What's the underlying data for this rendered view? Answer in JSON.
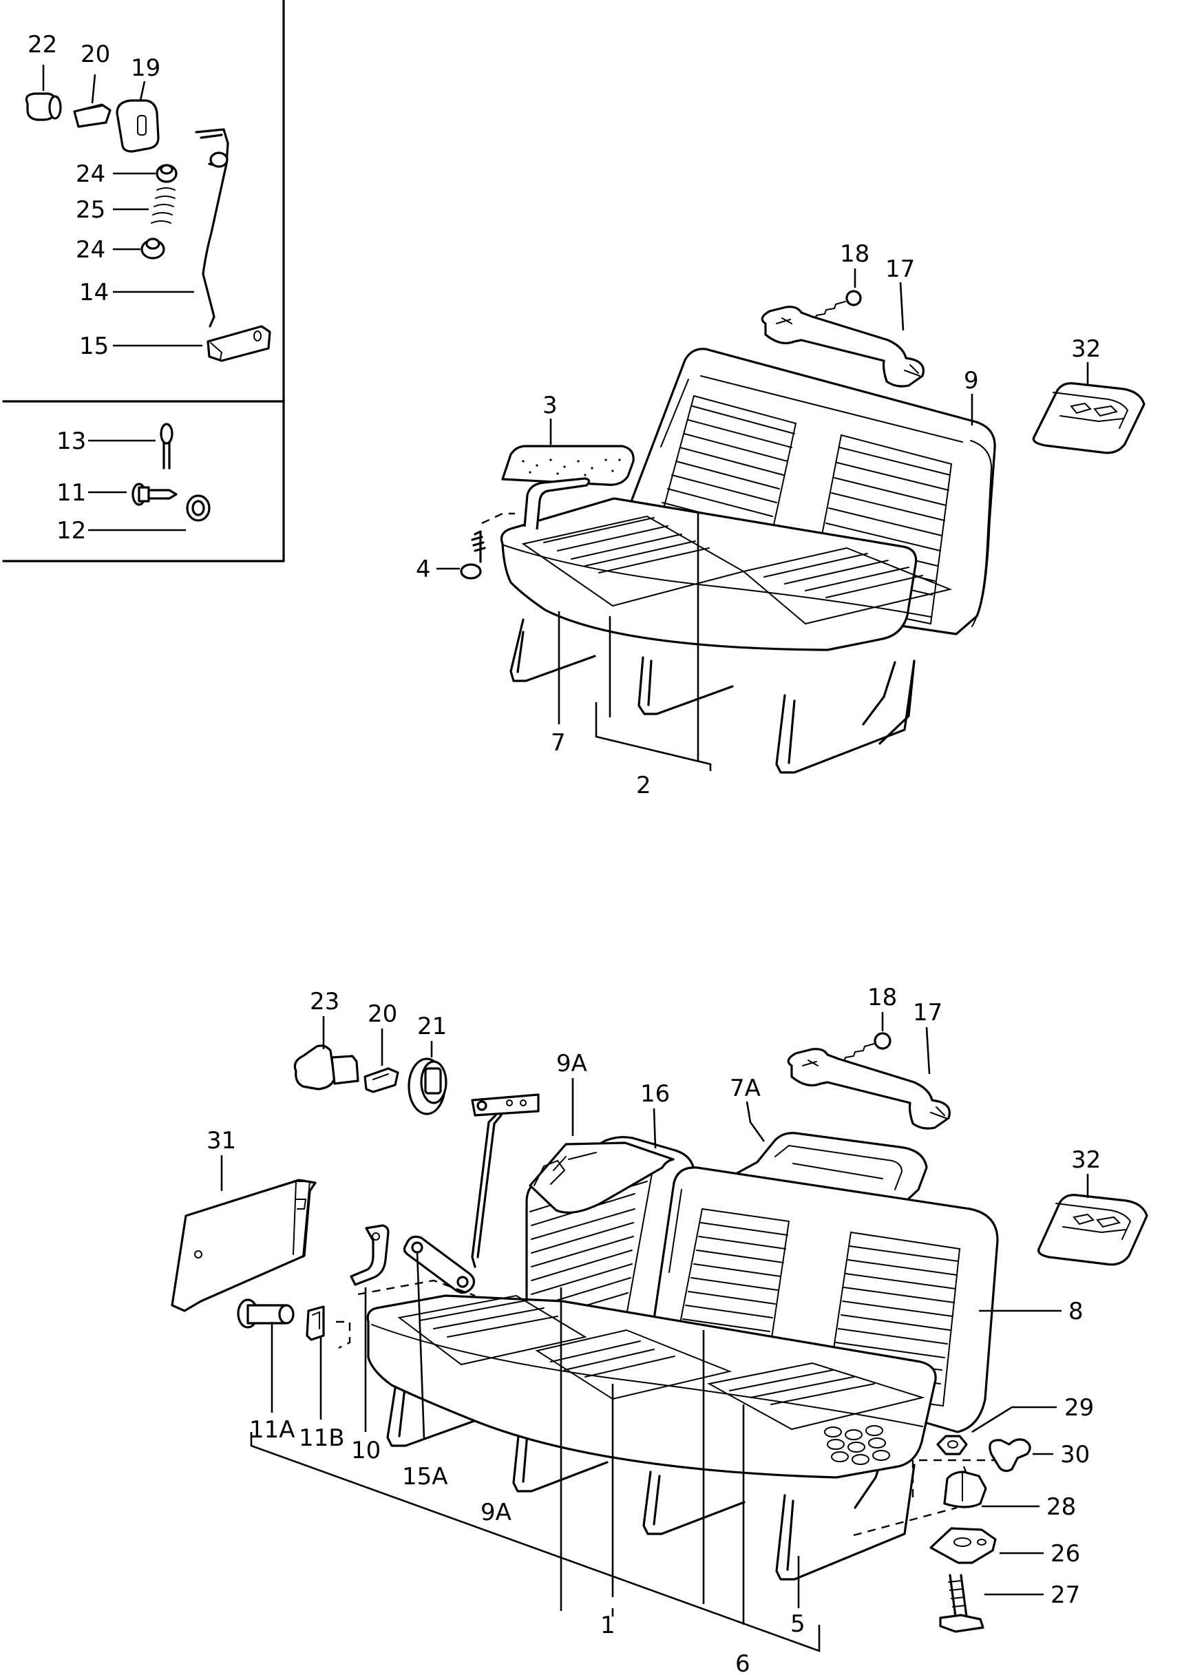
{
  "callouts": {
    "top_inset": {
      "c22": "22",
      "c20": "20",
      "c19": "19",
      "c24a": "24",
      "c25": "25",
      "c24b": "24",
      "c14": "14",
      "c15": "15",
      "c13": "13",
      "c11": "11",
      "c12": "12"
    },
    "top_seat": {
      "c18": "18",
      "c17": "17",
      "c32": "32",
      "c9": "9",
      "c3": "3",
      "c4": "4",
      "c7": "7",
      "c2": "2"
    },
    "bottom_seat": {
      "c23": "23",
      "c20": "20",
      "c21": "21",
      "c18": "18",
      "c17": "17",
      "c9A_top": "9A",
      "c16": "16",
      "c7A": "7A",
      "c31": "31",
      "c32": "32",
      "c8": "8",
      "c29": "29",
      "c30": "30",
      "c28": "28",
      "c26": "26",
      "c27": "27",
      "c11A": "11A",
      "c11B": "11B",
      "c10": "10",
      "c15A": "15A",
      "c9A_bottom": "9A",
      "c1": "1",
      "c5": "5",
      "c6": "6"
    }
  }
}
